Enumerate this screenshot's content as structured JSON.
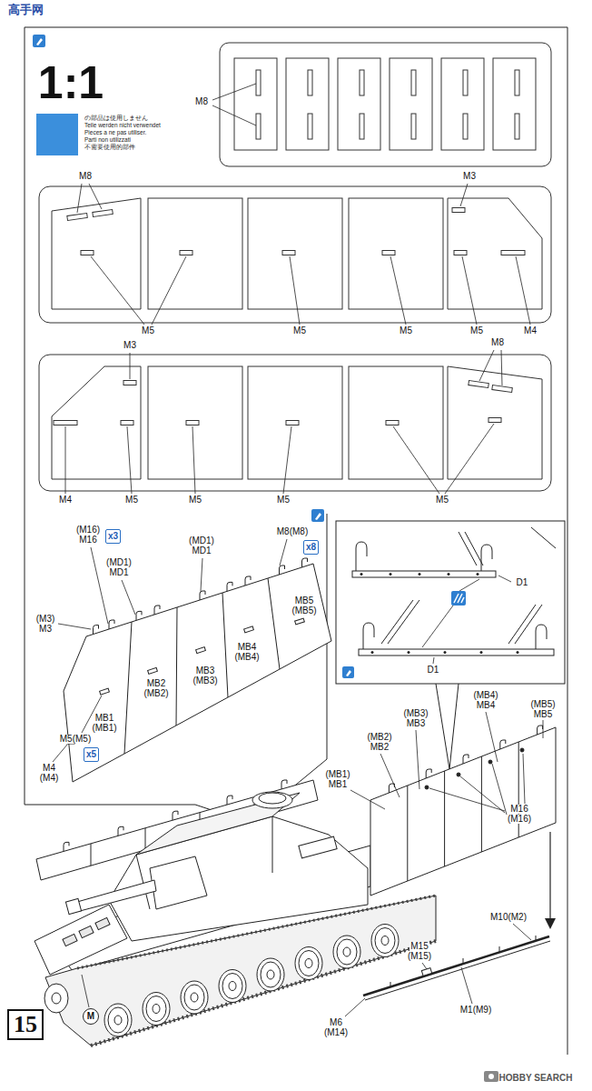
{
  "diagram": {
    "nodes": [
      {
        "text": [
          "x3"
        ]
      },
      {
        "text": [
          "x8"
        ]
      },
      {
        "text": [
          "x5"
        ]
      },
      {
        "text": [
          "15"
        ]
      },
      {
        "text": [
          "M"
        ]
      }
    ],
    "labels": [
      "高手网",
      "1:1",
      "の部品は使用しません",
      "Teile werden nicht verwendet",
      "Pieces a ne pas utiliser.",
      "Parti non utilizzati",
      "不需要使用的部件",
      "M8",
      "M8",
      "M3",
      "M5",
      "M5",
      "M5",
      "M5",
      "M4",
      "M3",
      "M8",
      "M4",
      "M5",
      "M5",
      "M5",
      "M5",
      "(M16)",
      "M16",
      "(MD1)",
      "MD1",
      "(MD1)",
      "MD1",
      "M8(M8)",
      "(M3)",
      "M3",
      "MB5",
      "(MB5)",
      "MB4",
      "(MB4)",
      "MB3",
      "(MB3)",
      "MB2",
      "(MB2)",
      "MB1",
      "(MB1)",
      "M5(M5)",
      "M4",
      "(M4)",
      "D1",
      "D1",
      "(MB1)",
      "MB1",
      "(MB2)",
      "MB2",
      "(MB3)",
      "MB3",
      "(MB4)",
      "MB4",
      "(MB5)",
      "MB5",
      "M16",
      "(M16)",
      "M10(M2)",
      "M15",
      "(M15)",
      "M6",
      "(M14)",
      "M1(M9)",
      "HOBBY SEARCH"
    ]
  }
}
